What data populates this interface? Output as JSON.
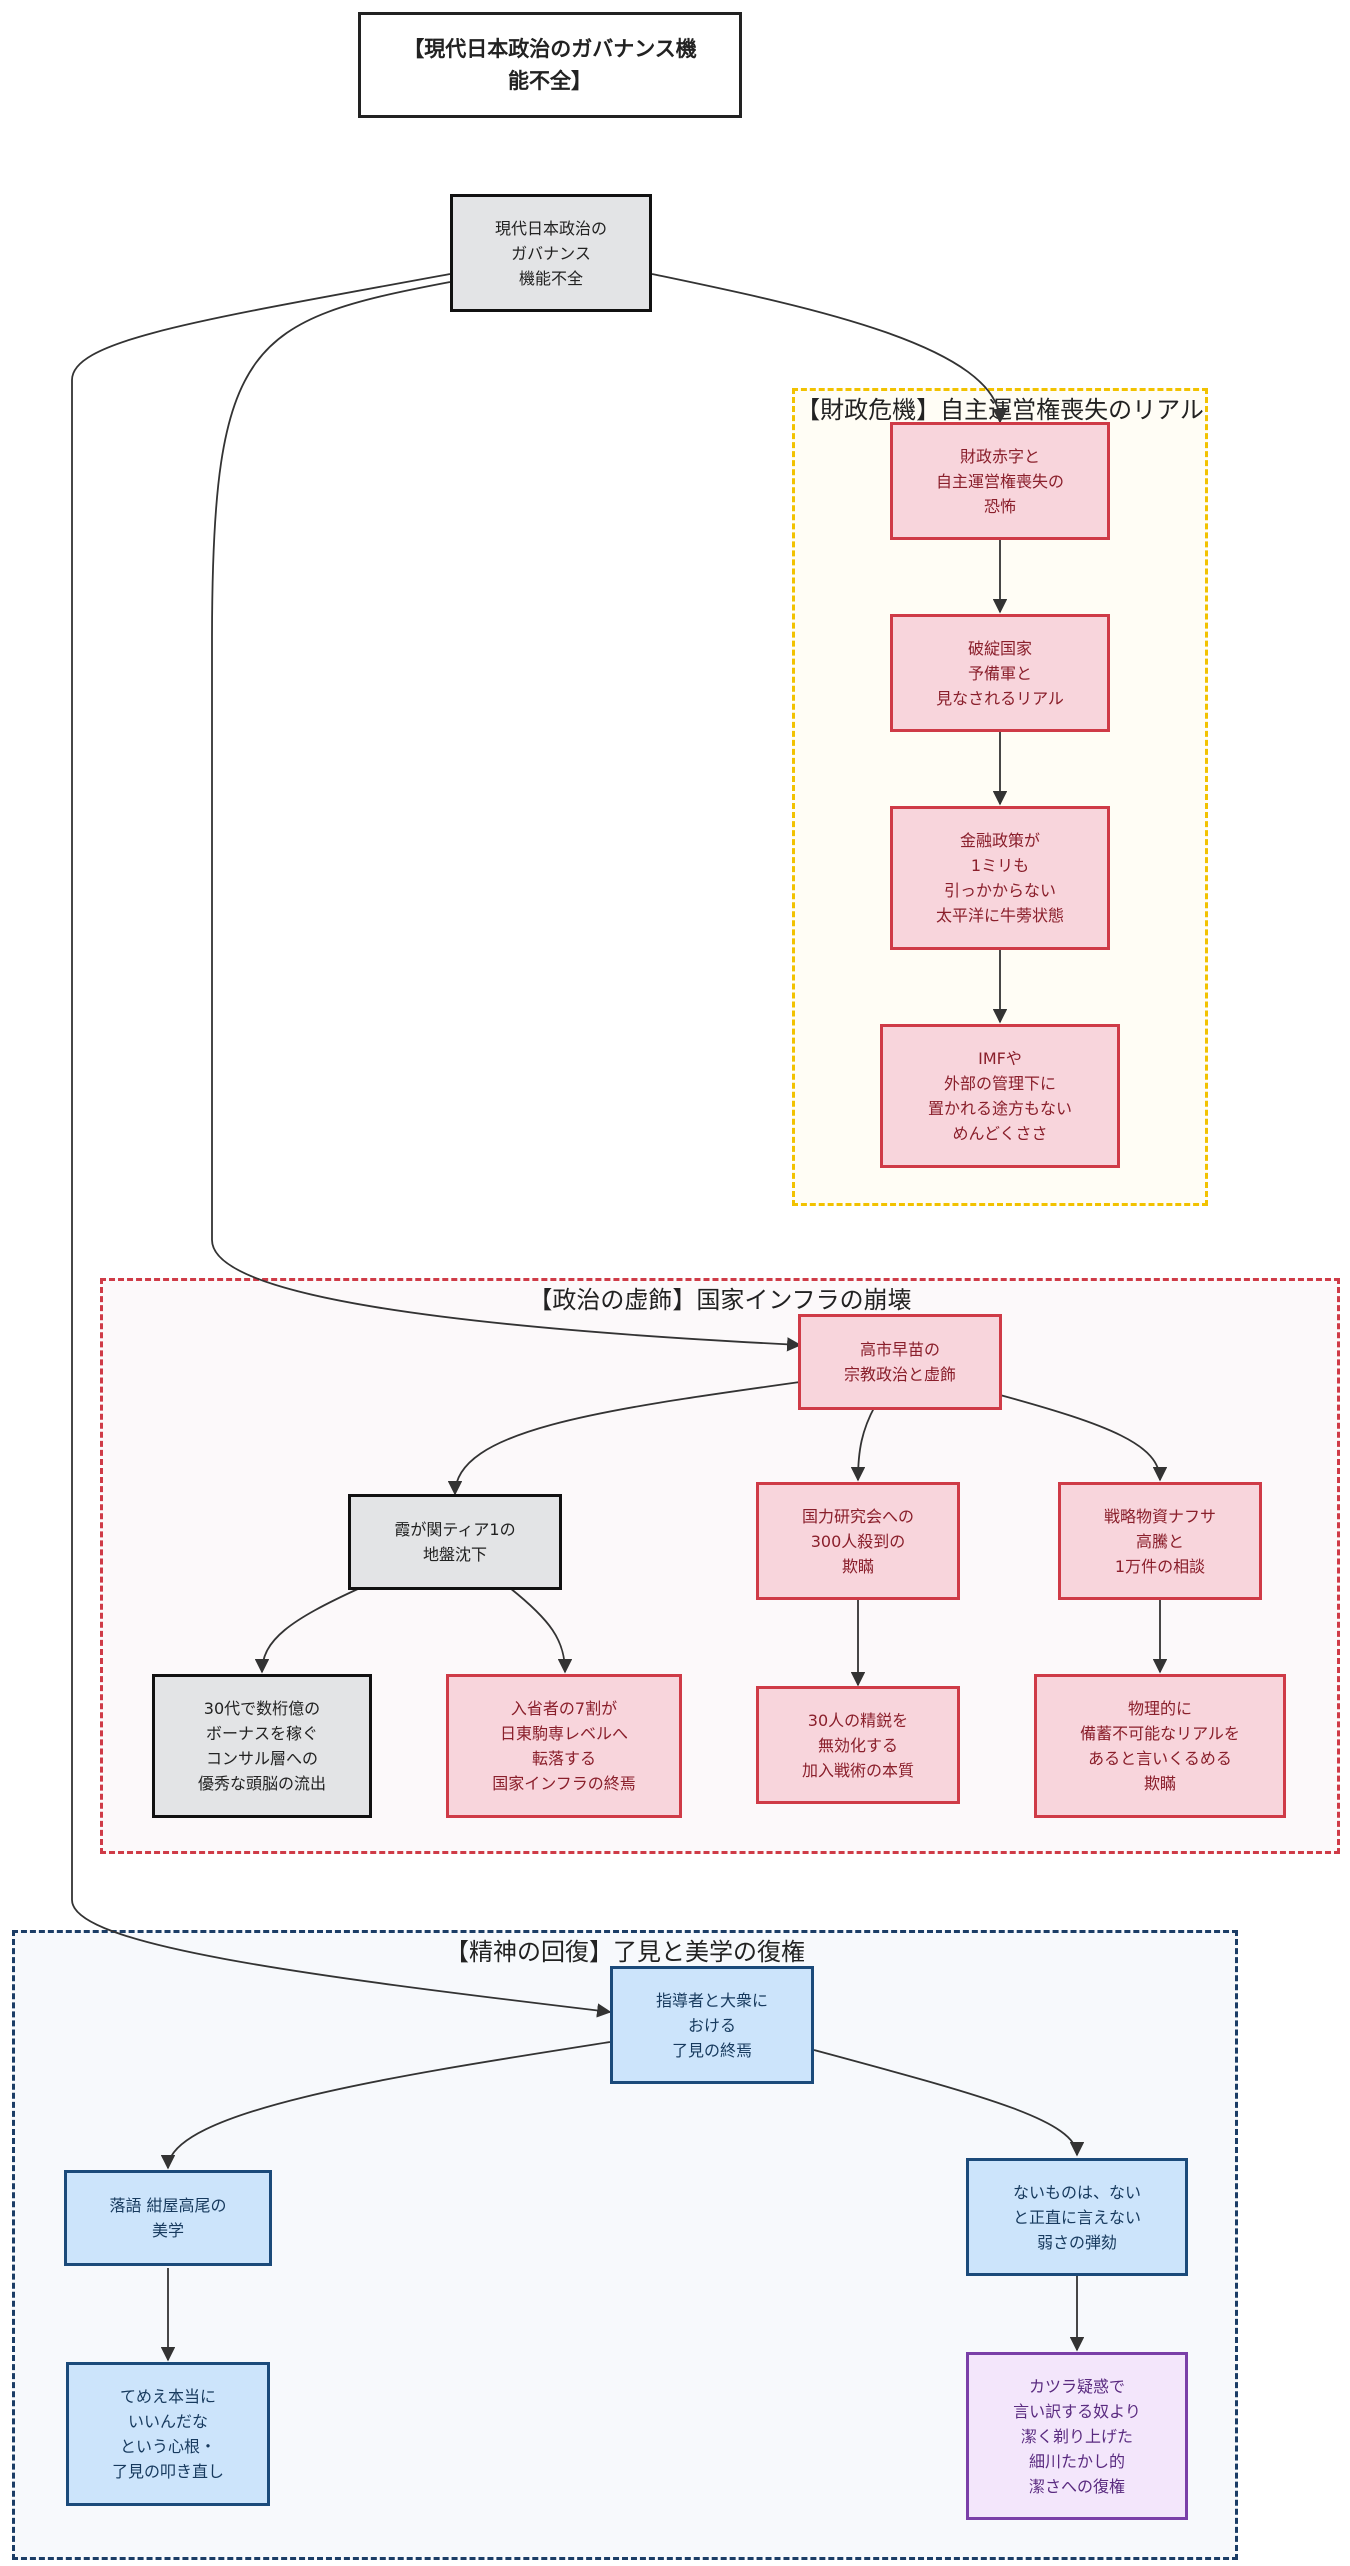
{
  "title": "【現代日本政治のガバナンス機\n能不全】",
  "clusters": {
    "finance": "【財政危機】自主運営権喪失のリアル",
    "politics": "【政治の虚飾】国家インフラの崩壊",
    "spirit": "【精神の回復】了見と美学の復権"
  },
  "nodes": {
    "root": "現代日本政治の\nガバナンス\n機能不全",
    "f1": "財政赤字と\n自主運営権喪失の\n恐怖",
    "f2": "破綻国家\n予備軍と\n見なされるリアル",
    "f3": "金融政策が\n1ミリも\n引っかからない\n太平洋に牛蒡状態",
    "f4": "IMFや\n外部の管理下に\n置かれる途方もない\nめんどくささ",
    "p1": "高市早苗の\n宗教政治と虚飾",
    "p2": "霞が関ティア1の\n地盤沈下",
    "p3": "国力研究会への\n300人殺到の\n欺瞞",
    "p4": "戦略物資ナフサ\n高騰と\n1万件の相談",
    "p5": "30代で数桁億の\nボーナスを稼ぐ\nコンサル層への\n優秀な頭脳の流出",
    "p6": "入省者の7割が\n日東駒専レベルへ\n転落する\n国家インフラの終焉",
    "p7": "30人の精鋭を\n無効化する\n加入戦術の本質",
    "p8": "物理的に\n備蓄不可能なリアルを\nあると言いくるめる\n欺瞞",
    "s1": "指導者と大衆に\nおける\n了見の終焉",
    "s2": "落語 紺屋高尾の\n美学",
    "s3": "ないものは、ない\nと正直に言えない\n弱さの弾劾",
    "s4": "てめえ本当に\nいいんだな\nという心根・\n了見の叩き直し",
    "s5": "カツラ疑惑で\n言い訳する奴より\n潔く剃り上げた\n細川たかし的\n潔さへの復権"
  }
}
